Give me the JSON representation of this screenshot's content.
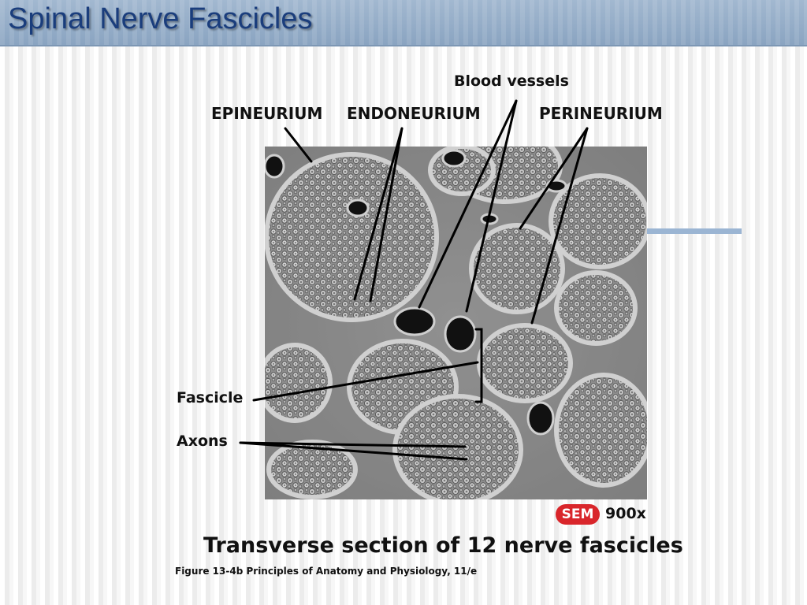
{
  "slide": {
    "title": "Spinal Nerve Fascicles"
  },
  "labels": {
    "blood_vessels": "Blood vessels",
    "epineurium": "EPINEURIUM",
    "endoneurium": "ENDONEURIUM",
    "perineurium": "PERINEURIUM",
    "fascicle": "Fascicle",
    "axons": "Axons"
  },
  "micrograph": {
    "badge": "SEM",
    "magnification": "900x",
    "caption": "Transverse section of 12 nerve fascicles",
    "credit": "Figure 13-4b  Principles of Anatomy and Physiology, 11/e"
  },
  "colors": {
    "title_text": "#1a3d7c",
    "title_bar": "#94adc8",
    "sem_badge": "#d9262b",
    "accent_bar": "#9bb5d3"
  }
}
